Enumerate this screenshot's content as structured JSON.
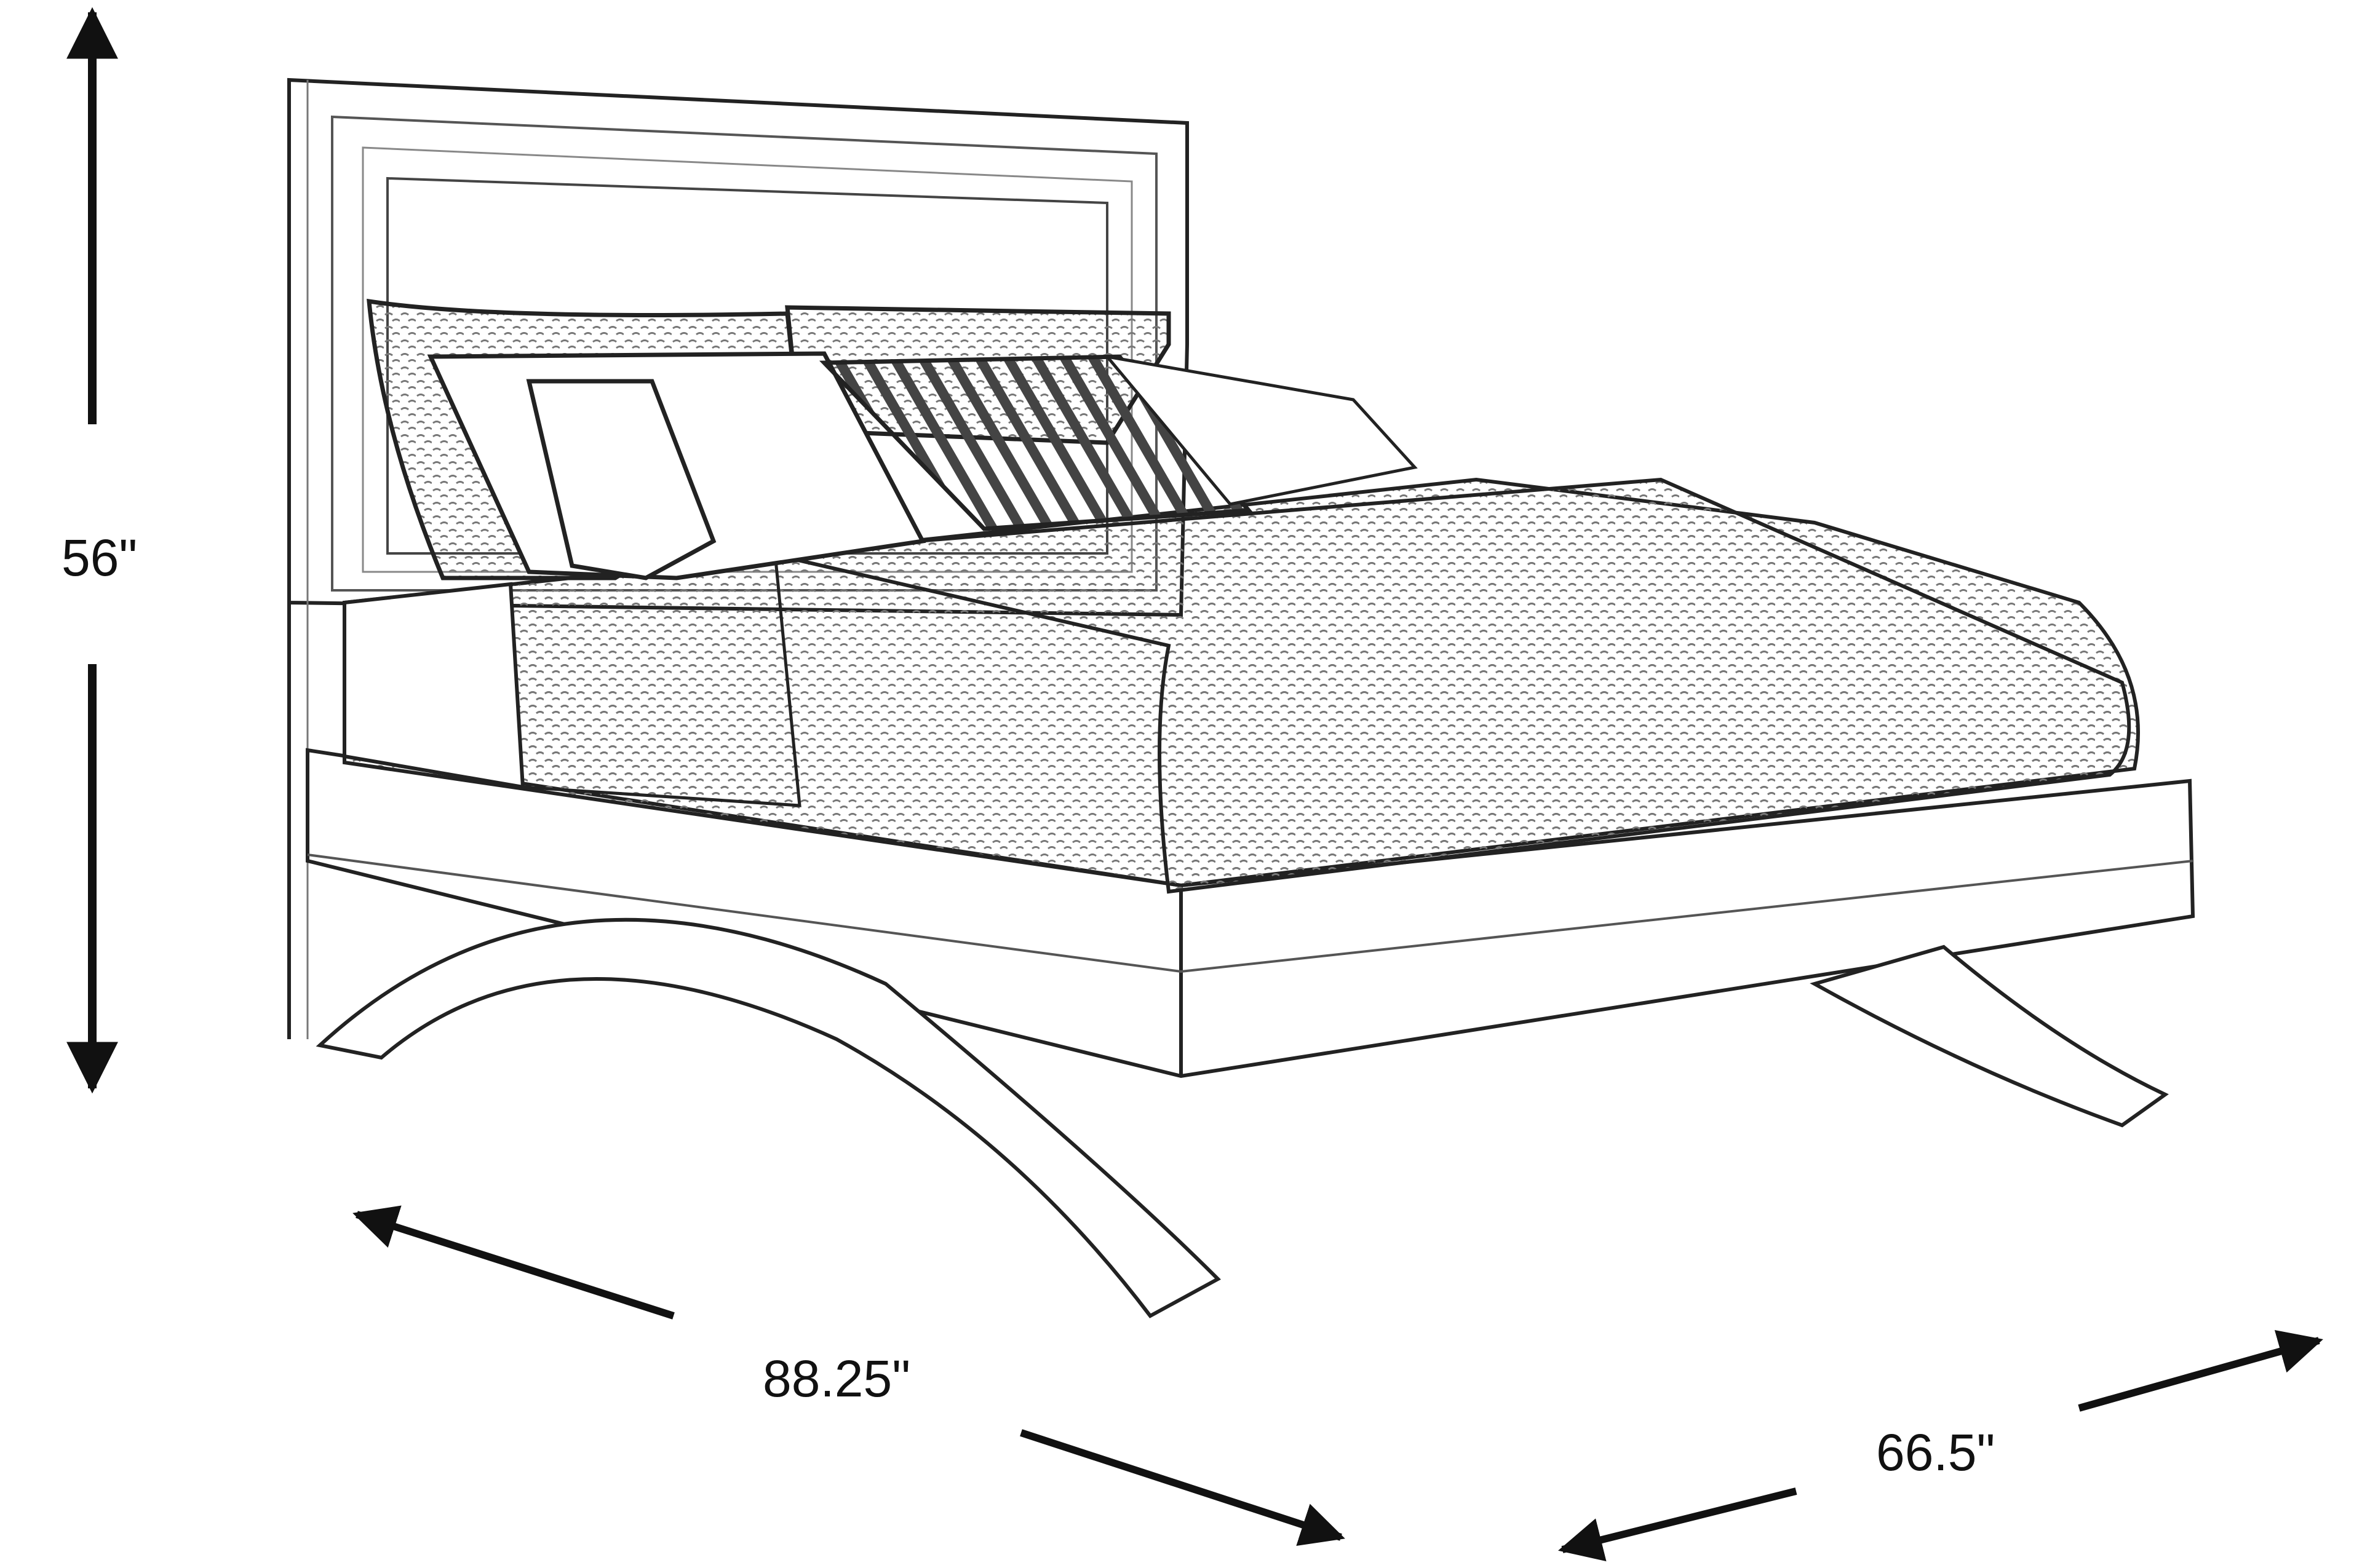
{
  "diagram": {
    "subject": "Platform bed with arched legs, line drawing",
    "dimensions": {
      "height": {
        "label": "56\"",
        "value": 56,
        "unit": "in"
      },
      "length": {
        "label": "88.25\"",
        "value": 88.25,
        "unit": "in"
      },
      "width": {
        "label": "66.5\"",
        "value": 66.5,
        "unit": "in"
      }
    },
    "colors": {
      "line": "#111111",
      "background": "#ffffff",
      "texture": "#6b6b6b"
    }
  }
}
